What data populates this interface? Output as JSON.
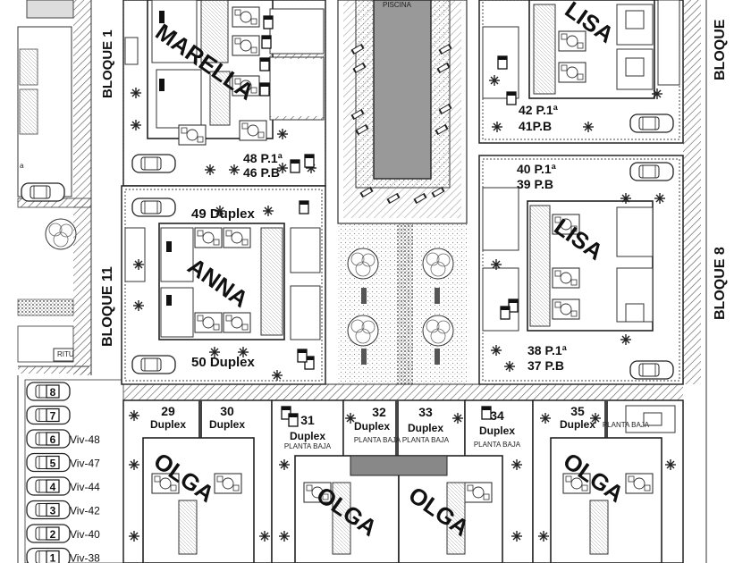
{
  "bloques": {
    "b10_top": "BLOQUE 1",
    "b11": "BLOQUE 11",
    "b8": "BLOQUE 8",
    "b_top_right": "BLOQUE"
  },
  "piscina": "PISCINA",
  "houses": {
    "marella": "MARELLA",
    "lisa_top": "LISA",
    "lisa_mid": "LISA",
    "anna": "ANNA",
    "olga1": "OLGA",
    "olga2": "OLGA",
    "olga3": "OLGA",
    "olga4": "OLGA"
  },
  "units": {
    "u48": "48 P.1ª",
    "u46": "46 P.B",
    "u42": "42 P.1ª",
    "u41": "41P.B",
    "u40": "40 P.1ª",
    "u39": "39 P.B",
    "u49": "49 Duplex",
    "u50": "50 Duplex",
    "u38": "38 P.1ª",
    "u37": "37 P.B",
    "u29n": "29",
    "u29d": "Duplex",
    "u30n": "30",
    "u30d": "Duplex",
    "u31n": "31",
    "u31d": "Duplex",
    "u32n": "32",
    "u32d": "Duplex",
    "u33n": "33",
    "u33d": "Duplex",
    "u34n": "34",
    "u34d": "Duplex",
    "u35n": "35",
    "u35d": "Duplex",
    "planta_baja_1": "PLANTA BAJA",
    "planta_baja_2": "PLANTA BAJA",
    "planta_baja_3": "PLANTA BAJA",
    "planta_baja_4": "PLANTA BAJA",
    "planta_baja_5": "PLANTA BAJA"
  },
  "ritu": "RITU",
  "parking": [
    {
      "num": "8",
      "viv": ""
    },
    {
      "num": "7",
      "viv": ""
    },
    {
      "num": "6",
      "viv": "Viv-48"
    },
    {
      "num": "5",
      "viv": "Viv-47"
    },
    {
      "num": "4",
      "viv": "Viv-44"
    },
    {
      "num": "3",
      "viv": "Viv-42"
    },
    {
      "num": "2",
      "viv": "Viv-40"
    },
    {
      "num": "1",
      "viv": "Viv-38"
    }
  ],
  "misc": {
    "a": "a"
  }
}
